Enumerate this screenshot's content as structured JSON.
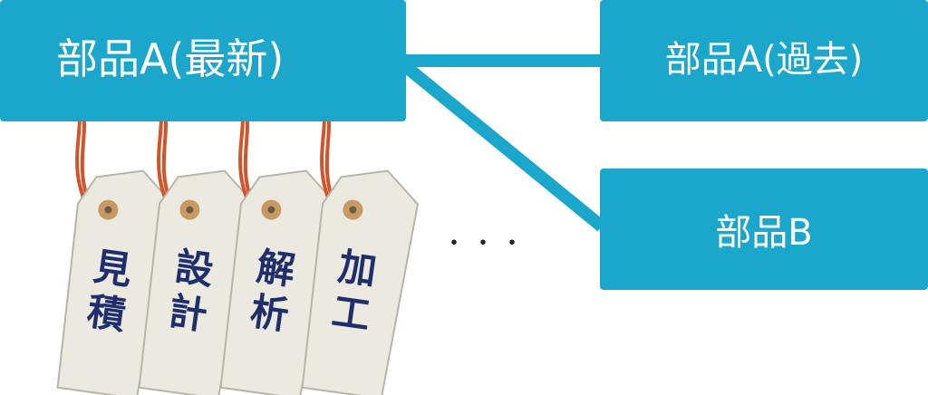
{
  "boxes": {
    "main": "部品A(最新)",
    "past": "部品A(過去)",
    "b": "部品B"
  },
  "tags": [
    {
      "label": "見積"
    },
    {
      "label": "設計"
    },
    {
      "label": "解析"
    },
    {
      "label": "加工"
    }
  ],
  "ellipsis": "・・・",
  "colors": {
    "box": "#1ba7cc",
    "tag_fill": "#ece9e1",
    "tag_text": "#1f2f6b",
    "string": "#d2542a"
  }
}
